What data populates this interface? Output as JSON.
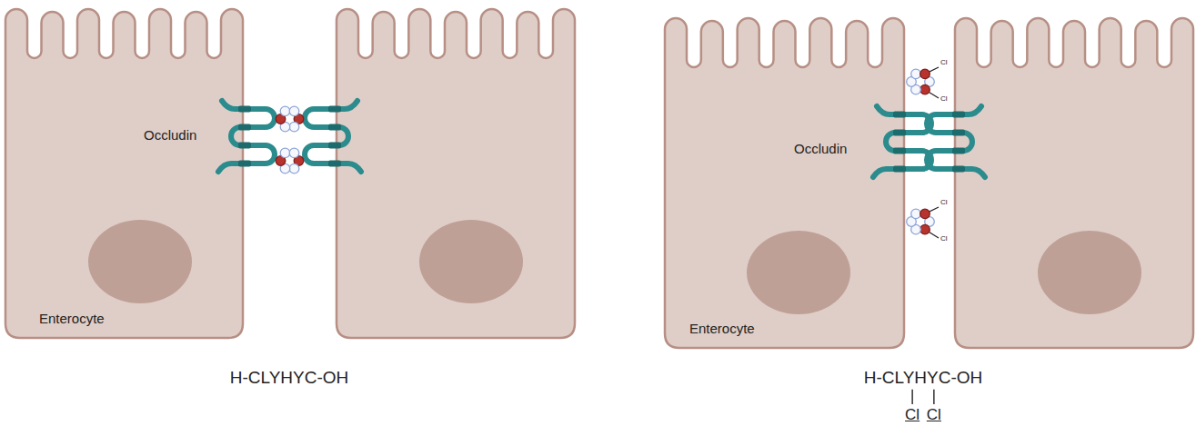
{
  "diagram": {
    "labels": [
      "Occludin",
      "Enterocyte",
      "H-CLYHYC-OH",
      "Cl",
      "Cl",
      "Cl",
      "Cl",
      "Occludin",
      "Enterocyte",
      "H-CLYHYC-OH",
      "Cl",
      "Cl"
    ]
  }
}
